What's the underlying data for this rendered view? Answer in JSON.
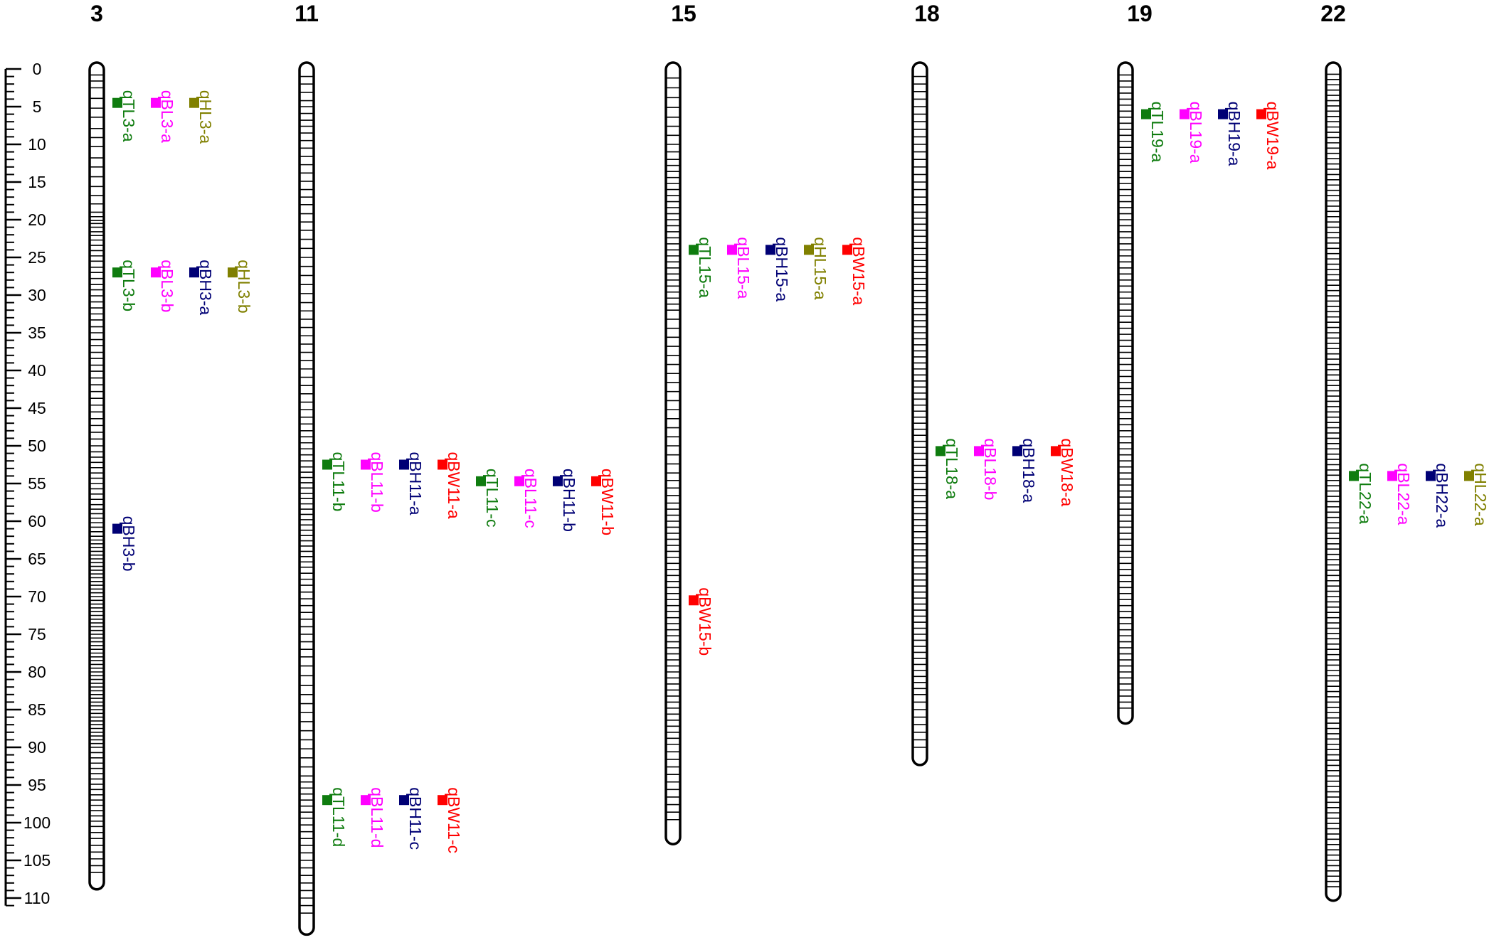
{
  "axis": {
    "min": 0,
    "max": 110,
    "major_step": 5,
    "tick_labels": [
      "0",
      "5",
      "10",
      "15",
      "20",
      "25",
      "30",
      "35",
      "40",
      "45",
      "50",
      "55",
      "60",
      "65",
      "70",
      "75",
      "80",
      "85",
      "90",
      "95",
      "100",
      "105",
      "110"
    ]
  },
  "colors": {
    "TL": "#0f7c0f",
    "BL": "#ff00ff",
    "BH": "#000075",
    "BW": "#ff0000",
    "HL": "#808000"
  },
  "chromosomes": [
    {
      "name": "3",
      "length": 108,
      "markers": [
        0.8,
        1.6,
        2.5,
        3.9,
        5.2,
        6.4,
        7.9,
        9.1,
        10.3,
        11.8,
        13.0,
        14.3,
        15.6,
        16.8,
        17.9,
        19.0,
        19.6,
        20.1,
        20.5,
        21.0,
        21.6,
        22.1,
        22.7,
        23.4,
        24.1,
        24.8,
        25.5,
        26.3,
        27.0,
        27.8,
        28.6,
        29.3,
        30.1,
        30.9,
        31.7,
        32.5,
        33.3,
        34.2,
        35.0,
        35.9,
        36.7,
        37.6,
        38.4,
        39.3,
        40.1,
        41.0,
        41.9,
        42.8,
        43.7,
        44.6,
        45.5,
        46.4,
        47.3,
        48.2,
        49.1,
        50.0,
        50.8,
        51.5,
        52.2,
        52.9,
        53.6,
        54.3,
        55.0,
        55.7,
        56.4,
        57.1,
        57.8,
        58.4,
        59.0,
        59.6,
        60.2,
        60.8,
        61.4,
        62.0,
        62.5,
        63.0,
        63.5,
        64.0,
        64.5,
        65.0,
        65.5,
        66.0,
        66.5,
        67.0,
        67.5,
        68.0,
        68.5,
        69.0,
        69.5,
        70.0,
        70.5,
        71.0,
        71.5,
        72.0,
        72.5,
        73.0,
        73.5,
        74.0,
        74.5,
        75.0,
        75.5,
        76.0,
        76.5,
        77.0,
        77.5,
        78.0,
        78.5,
        79.0,
        79.5,
        80.0,
        80.5,
        81.0,
        81.5,
        82.0,
        82.5,
        83.0,
        83.5,
        84.0,
        84.5,
        85.0,
        85.5,
        86.0,
        86.5,
        87.0,
        87.5,
        88.0,
        88.5,
        89.0,
        89.5,
        90.0,
        90.7,
        91.4,
        92.1,
        92.8,
        93.5,
        94.2,
        94.9,
        95.6,
        96.3,
        97.0,
        97.7,
        98.4,
        99.1,
        99.8,
        100.5,
        101.3,
        102.1,
        103.0,
        103.9,
        104.8,
        105.7,
        106.6
      ],
      "qtls": [
        {
          "name": "qTL3-a",
          "trait": "TL",
          "pos": 4.5
        },
        {
          "name": "qBL3-a",
          "trait": "BL",
          "pos": 4.5
        },
        {
          "name": "qHL3-a",
          "trait": "HL",
          "pos": 4.5
        },
        {
          "name": "qTL3-b",
          "trait": "TL",
          "pos": 27
        },
        {
          "name": "qBL3-b",
          "trait": "BL",
          "pos": 27
        },
        {
          "name": "qBH3-a",
          "trait": "BH",
          "pos": 27
        },
        {
          "name": "qHL3-b",
          "trait": "HL",
          "pos": 27
        },
        {
          "name": "qBH3-b",
          "trait": "BH",
          "pos": 61
        }
      ]
    },
    {
      "name": "11",
      "length": 114,
      "markers": [
        1.0,
        2.0,
        3.1,
        4.2,
        5.0,
        5.9,
        6.8,
        7.6,
        8.5,
        9.5,
        10.5,
        11.6,
        12.7,
        13.8,
        14.9,
        16.0,
        17.0,
        18.0,
        19.2,
        20.3,
        21.4,
        22.6,
        23.8,
        25.0,
        26.2,
        27.4,
        28.6,
        29.8,
        31.0,
        32.1,
        33.2,
        34.3,
        35.4,
        36.5,
        37.6,
        38.7,
        39.8,
        40.9,
        42.0,
        43.1,
        44.2,
        45.2,
        46.2,
        47.1,
        48.0,
        48.8,
        49.6,
        50.4,
        51.2,
        52.0,
        52.8,
        53.5,
        54.2,
        54.9,
        55.6,
        56.3,
        57.0,
        57.7,
        58.4,
        59.1,
        59.8,
        60.5,
        61.2,
        61.9,
        62.6,
        63.3,
        64.0,
        64.7,
        65.4,
        66.1,
        66.9,
        67.7,
        68.5,
        69.4,
        70.3,
        71.2,
        72.1,
        73.0,
        74.0,
        75.0,
        76.0,
        77.0,
        78.0,
        79.2,
        80.5,
        81.8,
        83.0,
        84.2,
        85.4,
        86.6,
        87.8,
        89.0,
        90.2,
        91.4,
        92.6,
        93.8,
        94.6,
        95.4,
        96.2,
        97.0,
        97.8,
        98.6,
        99.4,
        100.3,
        101.2,
        102.1,
        103.0,
        104.0,
        105.0,
        106.0,
        107.0,
        108.0,
        109.0,
        110.0,
        111.0,
        112.0
      ],
      "qtls": [
        {
          "name": "qTL11-b",
          "trait": "TL",
          "pos": 52.5
        },
        {
          "name": "qBL11-b",
          "trait": "BL",
          "pos": 52.5
        },
        {
          "name": "qBH11-a",
          "trait": "BH",
          "pos": 52.5
        },
        {
          "name": "qBW11-a",
          "trait": "BW",
          "pos": 52.5
        },
        {
          "name": "qTL11-c",
          "trait": "TL",
          "pos": 54.7
        },
        {
          "name": "qBL11-c",
          "trait": "BL",
          "pos": 54.7
        },
        {
          "name": "qBH11-b",
          "trait": "BH",
          "pos": 54.7
        },
        {
          "name": "qBW11-b",
          "trait": "BW",
          "pos": 54.7
        },
        {
          "name": "qTL11-d",
          "trait": "TL",
          "pos": 97
        },
        {
          "name": "qBL11-d",
          "trait": "BL",
          "pos": 97
        },
        {
          "name": "qBH11-c",
          "trait": "BH",
          "pos": 97
        },
        {
          "name": "qBW11-c",
          "trait": "BW",
          "pos": 97
        }
      ]
    },
    {
      "name": "15",
      "length": 102,
      "markers": [
        1.2,
        2.5,
        3.8,
        5.1,
        6.4,
        7.6,
        8.8,
        10.0,
        11.0,
        12.0,
        12.8,
        13.6,
        14.4,
        15.2,
        16.0,
        16.8,
        17.6,
        18.4,
        19.2,
        20.0,
        20.8,
        21.6,
        22.4,
        23.2,
        24.0,
        24.8,
        25.6,
        26.4,
        27.2,
        28.0,
        28.8,
        29.6,
        30.4,
        31.2,
        32.0,
        33.2,
        34.4,
        35.6,
        36.8,
        38.0,
        39.2,
        40.4,
        41.6,
        42.8,
        44.0,
        45.2,
        46.4,
        47.6,
        48.8,
        50.0,
        51.2,
        52.4,
        53.6,
        54.6,
        55.6,
        56.6,
        57.6,
        58.4,
        59.2,
        60.0,
        60.8,
        61.6,
        62.4,
        63.2,
        64.0,
        64.8,
        65.6,
        66.4,
        67.2,
        68.0,
        68.8,
        69.6,
        70.4,
        71.2,
        72.0,
        72.8,
        73.6,
        74.4,
        75.2,
        76.0,
        76.8,
        77.6,
        78.4,
        79.2,
        80.0,
        80.8,
        81.6,
        82.4,
        83.2,
        84.0,
        84.8,
        85.6,
        86.4,
        87.2,
        88.0,
        88.8,
        89.6,
        90.6,
        91.6,
        92.6,
        93.6,
        94.6,
        95.6,
        96.6,
        97.6,
        98.6,
        99.6
      ],
      "qtls": [
        {
          "name": "qTL15-a",
          "trait": "TL",
          "pos": 24
        },
        {
          "name": "qBL15-a",
          "trait": "BL",
          "pos": 24
        },
        {
          "name": "qBH15-a",
          "trait": "BH",
          "pos": 24
        },
        {
          "name": "qHL15-a",
          "trait": "HL",
          "pos": 24
        },
        {
          "name": "qBW15-a",
          "trait": "BW",
          "pos": 24
        },
        {
          "name": "qBW15-b",
          "trait": "BW",
          "pos": 70.5
        }
      ]
    },
    {
      "name": "18",
      "length": 91.5,
      "markers": [
        1.0,
        2.0,
        3.0,
        4.0,
        5.0,
        6.0,
        7.0,
        8.0,
        9.0,
        10.0,
        11.0,
        12.0,
        13.0,
        14.0,
        15.0,
        16.0,
        17.0,
        18.0,
        19.0,
        19.8,
        20.6,
        21.4,
        22.2,
        23.0,
        23.8,
        24.6,
        25.4,
        26.2,
        27.0,
        27.8,
        28.6,
        29.4,
        30.2,
        31.0,
        31.8,
        32.6,
        33.4,
        34.2,
        35.0,
        35.8,
        36.6,
        37.4,
        38.2,
        39.0,
        39.8,
        40.6,
        41.4,
        42.2,
        43.0,
        43.8,
        44.6,
        45.4,
        46.2,
        47.0,
        47.8,
        48.6,
        49.4,
        50.2,
        51.0,
        51.8,
        52.6,
        53.4,
        54.2,
        55.0,
        55.8,
        56.6,
        57.4,
        58.2,
        59.0,
        59.8,
        60.6,
        61.4,
        62.2,
        63.0,
        63.8,
        64.6,
        65.4,
        66.2,
        67.0,
        67.8,
        68.6,
        69.4,
        70.2,
        71.0,
        71.8,
        72.6,
        73.4,
        74.2,
        75.0,
        75.8,
        76.6,
        77.4,
        78.2,
        79.0,
        79.8,
        80.6,
        81.4,
        82.2,
        83.0,
        84.0,
        85.0,
        86.0,
        87.0,
        88.0,
        89.0,
        90.0
      ],
      "qtls": [
        {
          "name": "qTL18-a",
          "trait": "TL",
          "pos": 50.7
        },
        {
          "name": "qBL18-b",
          "trait": "BL",
          "pos": 50.7
        },
        {
          "name": "qBH18-a",
          "trait": "BH",
          "pos": 50.7
        },
        {
          "name": "qBW18-a",
          "trait": "BW",
          "pos": 50.7
        }
      ]
    },
    {
      "name": "19",
      "length": 86,
      "markers": [
        0.8,
        1.6,
        2.4,
        3.2,
        4.0,
        4.8,
        5.6,
        6.4,
        7.2,
        8.0,
        8.8,
        9.6,
        10.4,
        11.2,
        12.0,
        12.8,
        13.6,
        14.4,
        15.2,
        16.0,
        16.8,
        17.6,
        18.4,
        19.2,
        20.0,
        20.8,
        21.6,
        22.4,
        23.2,
        24.0,
        24.8,
        25.6,
        26.4,
        27.2,
        28.0,
        28.8,
        29.6,
        30.4,
        31.2,
        32.0,
        32.8,
        33.6,
        34.4,
        35.2,
        36.0,
        36.8,
        37.6,
        38.4,
        39.2,
        40.0,
        40.8,
        41.6,
        42.4,
        43.2,
        44.0,
        44.8,
        45.6,
        46.4,
        47.2,
        48.0,
        48.8,
        49.6,
        50.4,
        51.2,
        52.0,
        52.8,
        53.6,
        54.4,
        55.2,
        56.0,
        56.8,
        57.6,
        58.4,
        59.2,
        60.0,
        60.8,
        61.6,
        62.4,
        63.2,
        64.0,
        64.8,
        65.6,
        66.4,
        67.2,
        68.0,
        68.8,
        69.6,
        70.4,
        71.2,
        72.0,
        72.8,
        73.6,
        74.4,
        75.2,
        76.0,
        76.8,
        77.6,
        78.4,
        79.2,
        80.0,
        80.8,
        81.6,
        82.4,
        83.2,
        84.0,
        84.8
      ],
      "qtls": [
        {
          "name": "qTL19-a",
          "trait": "TL",
          "pos": 6
        },
        {
          "name": "qBL19-a",
          "trait": "BL",
          "pos": 6
        },
        {
          "name": "qBH19-a",
          "trait": "BH",
          "pos": 6
        },
        {
          "name": "qBW19-a",
          "trait": "BW",
          "pos": 6
        }
      ]
    },
    {
      "name": "22",
      "length": 109.5,
      "markers": [
        0.7,
        1.4,
        2.1,
        2.8,
        3.5,
        4.2,
        4.9,
        5.6,
        6.3,
        7.0,
        7.7,
        8.4,
        9.1,
        9.8,
        10.5,
        11.2,
        11.9,
        12.6,
        13.3,
        14.0,
        14.7,
        15.4,
        16.1,
        16.8,
        17.5,
        18.2,
        18.9,
        19.6,
        20.3,
        21.0,
        21.7,
        22.4,
        23.1,
        23.8,
        24.5,
        25.2,
        25.9,
        26.6,
        27.3,
        28.0,
        28.7,
        29.4,
        30.1,
        30.8,
        31.5,
        32.2,
        32.9,
        33.6,
        34.3,
        35.0,
        35.7,
        36.4,
        37.1,
        37.8,
        38.5,
        39.2,
        39.9,
        40.6,
        41.3,
        42.0,
        42.7,
        43.4,
        44.1,
        44.8,
        45.5,
        46.2,
        46.9,
        47.6,
        48.3,
        49.0,
        49.7,
        50.4,
        51.1,
        51.8,
        52.5,
        53.2,
        53.9,
        54.6,
        55.3,
        56.0,
        56.7,
        57.4,
        58.1,
        58.8,
        59.5,
        60.2,
        60.9,
        61.6,
        62.3,
        63.0,
        63.7,
        64.4,
        65.1,
        65.8,
        66.5,
        67.2,
        67.9,
        68.6,
        69.3,
        70.0,
        70.7,
        71.4,
        72.1,
        72.8,
        73.5,
        74.2,
        74.9,
        75.6,
        76.3,
        77.0,
        77.7,
        78.4,
        79.1,
        79.8,
        80.5,
        81.2,
        81.9,
        82.6,
        83.3,
        84.0,
        84.7,
        85.4,
        86.1,
        86.8,
        87.5,
        88.2,
        88.9,
        89.6,
        90.3,
        91.0,
        91.7,
        92.4,
        93.1,
        93.8,
        94.5,
        95.2,
        95.9,
        96.6,
        97.3,
        98.0,
        98.7,
        99.4,
        100.1,
        100.8,
        101.5,
        102.2,
        102.9,
        103.6,
        104.3,
        105.0,
        105.7,
        106.4,
        107.1,
        107.8,
        108.5
      ],
      "qtls": [
        {
          "name": "qTL22-a",
          "trait": "TL",
          "pos": 54
        },
        {
          "name": "qBL22-a",
          "trait": "BL",
          "pos": 54
        },
        {
          "name": "qBH22-a",
          "trait": "BH",
          "pos": 54
        },
        {
          "name": "qHL22-a",
          "trait": "HL",
          "pos": 54
        }
      ]
    }
  ]
}
